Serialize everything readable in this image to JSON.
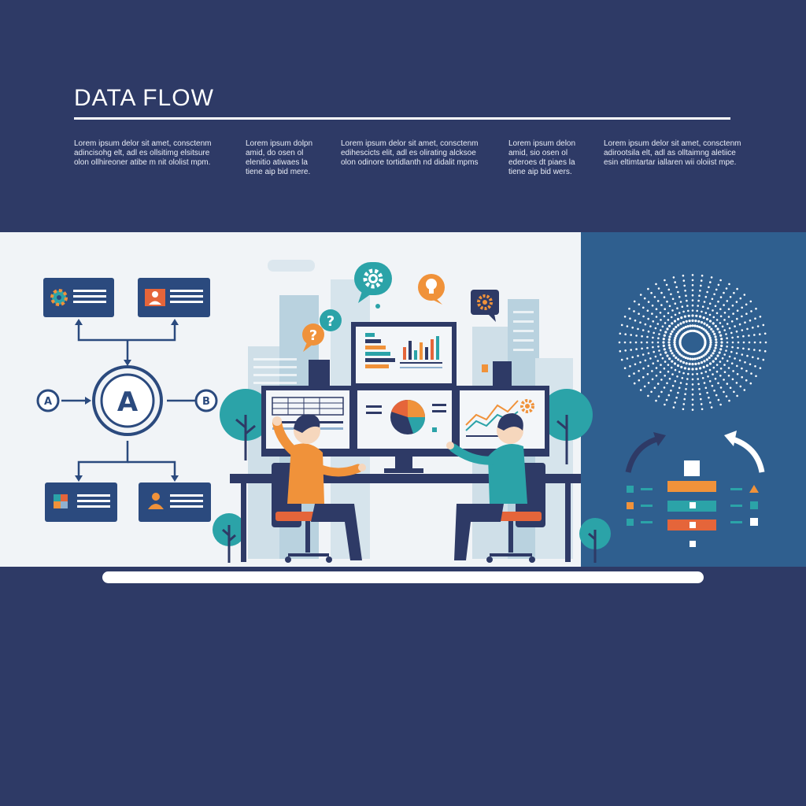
{
  "header": {
    "title": "DATA FLOW",
    "columns": [
      {
        "lines": [
          "Lorem ipsum delor sit amet, consctenm",
          "adincisohg elt, adl es ollsitimg elsitsure",
          "olon ollhireoner atibe m nit ololist mpm."
        ]
      },
      {
        "lines": [
          "Lorem ipsum dolpn",
          "amid, do osen ol",
          "elenitio atiwaes la",
          "tiene aip bid mere."
        ]
      },
      {
        "lines": [
          "Lorem ipsum delor sit amet, consctenm",
          "edihescicts elit, adl es olirating alcksoe",
          "olon odinore tortidlanth nd didalit mpms"
        ]
      },
      {
        "lines": [
          "Lorem ipsum delon",
          "amid, sio osen ol",
          "ederoes dt piaes la",
          "tiene aip bid wers."
        ]
      }
    ],
    "column5": {
      "lines": [
        "Lorem ipsum delor sit amet, consctenm",
        "adirootsila elt, adl as olltaimng aletiice",
        "esin eltimtartar iallaren wii oloiist mpe."
      ]
    }
  },
  "flow": {
    "center_label": "A",
    "left_label": "A",
    "right_label": "B"
  },
  "colors": {
    "navy": "#2e3a66",
    "panel_blue": "#2f5f8f",
    "light_bg": "#f1f4f7",
    "orange": "#f0923a",
    "teal": "#2ba3a8",
    "red_orange": "#e5653a"
  },
  "icons": [
    "gear-icon",
    "person-icon",
    "lightbulb-icon",
    "question-icon",
    "refresh-arrows-icon"
  ]
}
